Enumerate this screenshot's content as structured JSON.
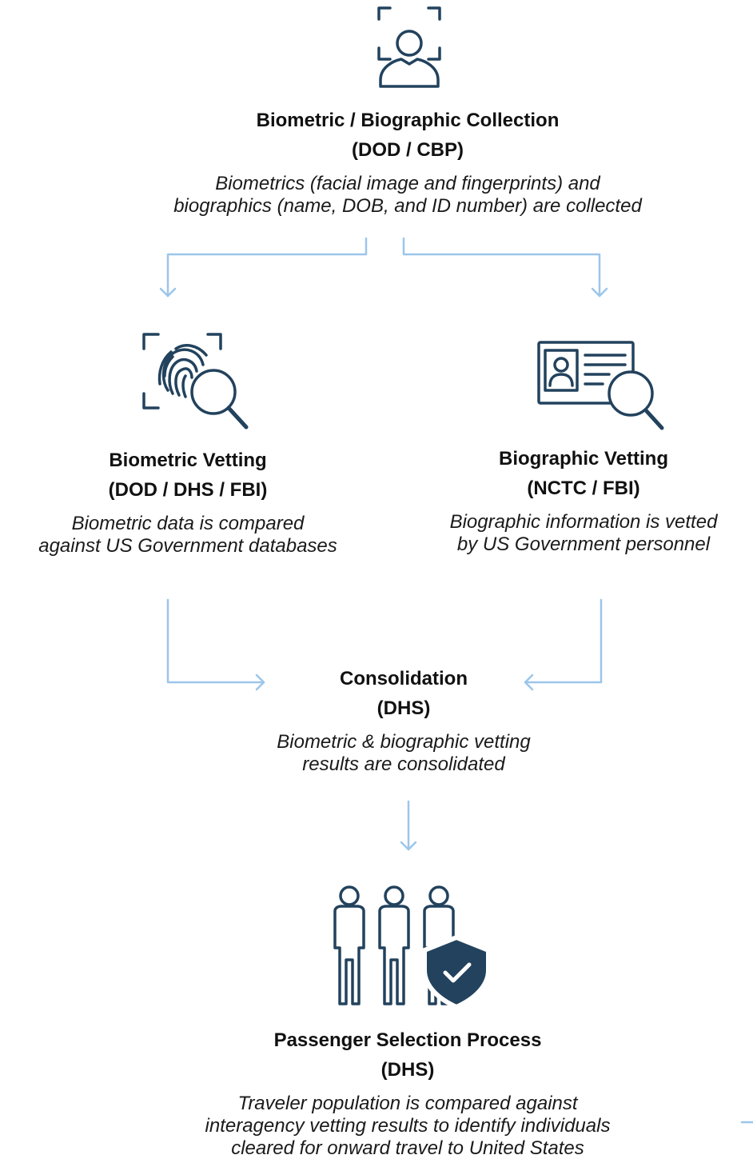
{
  "colors": {
    "icon": "#22425d",
    "arrow": "#9cc6ea",
    "text": "#111111"
  },
  "nodes": {
    "collection": {
      "icon": "face-scan-icon",
      "title": "Biometric / Biographic Collection",
      "agency": "(DOD / CBP)",
      "desc_line1": "Biometrics (facial image and fingerprints) and",
      "desc_line2": "biographics (name, DOB, and ID number) are collected"
    },
    "biometric_vetting": {
      "icon": "fingerprint-search-icon",
      "title": "Biometric Vetting",
      "agency": "(DOD / DHS / FBI)",
      "desc_line1": "Biometric data is compared",
      "desc_line2": "against US Government databases"
    },
    "biographic_vetting": {
      "icon": "id-card-search-icon",
      "title": "Biographic Vetting",
      "agency": "(NCTC / FBI)",
      "desc_line1": "Biographic information is vetted",
      "desc_line2": "by US Government personnel"
    },
    "consolidation": {
      "title": "Consolidation",
      "agency": "(DHS)",
      "desc_line1": "Biometric & biographic vetting",
      "desc_line2": "results are consolidated"
    },
    "passenger_selection": {
      "icon": "people-shield-icon",
      "title": "Passenger Selection Process",
      "agency": "(DHS)",
      "desc_line1": "Traveler population is compared against",
      "desc_line2": "interagency vetting results to identify individuals",
      "desc_line3": "cleared for onward travel to United States"
    }
  }
}
